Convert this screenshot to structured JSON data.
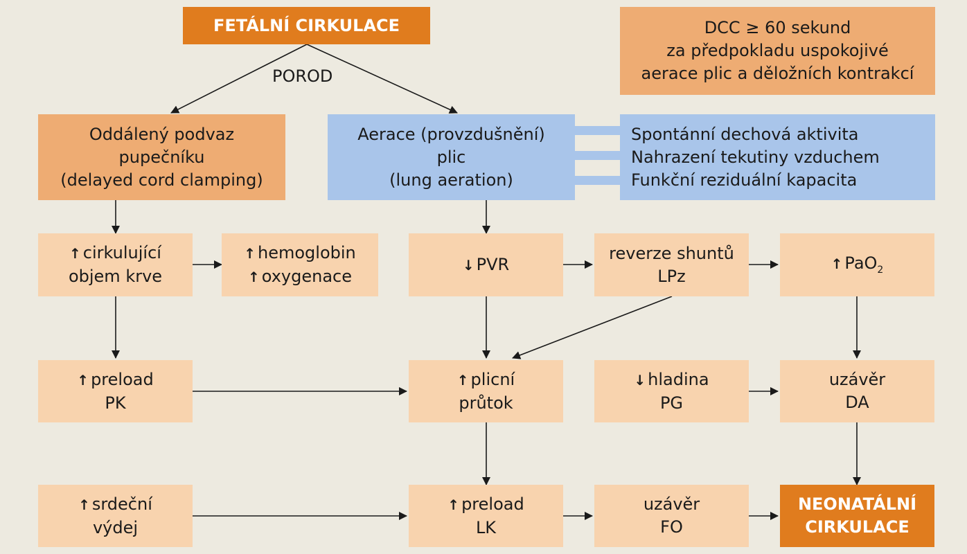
{
  "title": "FETÁLNÍ CIRKULACE",
  "porod": "POROD",
  "note": [
    "DCC ≥ 60 sekund",
    "za předpokladu uspokojivé",
    "aerace plic a děložních kontrakcí"
  ],
  "dcc_box": [
    "Oddálený podvaz",
    "pupečníku",
    "(delayed cord clamping)"
  ],
  "aeration_box": [
    "Aerace (provzdušnění)",
    "plic",
    "(lung aeration)"
  ],
  "aeration_effects": [
    "Spontánní dechová aktivita",
    "Nahrazení tekutiny vzduchem",
    "Funkční reziduální kapacita"
  ],
  "up_arrow": "↑",
  "down_arrow": "↓",
  "blood_volume": [
    "cirkulující",
    "objem krve"
  ],
  "hemoglobin": [
    "hemoglobin",
    "oxygenace"
  ],
  "pvr": "PVR",
  "shunt_reversal": [
    "reverze shuntů",
    "LPz"
  ],
  "pao2": {
    "base": "PaO",
    "sub": "2"
  },
  "preload_pk": [
    "preload",
    "PK"
  ],
  "pulmonary_flow": [
    "plicní",
    "průtok"
  ],
  "pg_level": [
    "hladina",
    "PG"
  ],
  "da_closure": [
    "uzávěr",
    "DA"
  ],
  "cardiac_output": [
    "srdeční",
    "výdej"
  ],
  "preload_lk": [
    "preload",
    "LK"
  ],
  "fo_closure": [
    "uzávěr",
    "FO"
  ],
  "result": [
    "NEONATÁLNÍ",
    "CIRKULACE"
  ],
  "colors": {
    "background": "#edeae0",
    "light_box": "#f8d3ae",
    "medium_box": "#eeac73",
    "dark_box": "#e07c1e",
    "blue_box": "#a9c5ea"
  }
}
